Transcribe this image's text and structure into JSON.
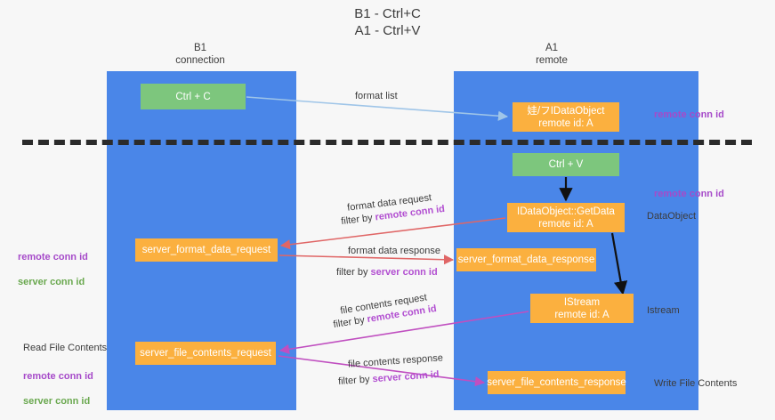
{
  "title": "B1 - Ctrl+C\nA1 - Ctrl+V",
  "lanes": [
    {
      "id": "b1",
      "title": "B1\nconnection",
      "color": "#4a86e8"
    },
    {
      "id": "a1",
      "title": "A1\nremote",
      "color": "#4a86e8"
    }
  ],
  "nodes": {
    "ctrl_c": "Ctrl + C",
    "idataobject": "娃/フIDataObject\nremote id: A",
    "ctrl_v": "Ctrl + V",
    "getdata": "IDataObject::GetData\nremote id: A",
    "server_format_data_request": "server_format_data_request",
    "server_format_data_response": "server_format_data_response",
    "istream": "IStream\nremote id: A",
    "server_file_contents_request": "server_file_contents_request",
    "server_file_contents_response": "server_file_contents_response"
  },
  "edge_labels": {
    "format_list": "format list",
    "format_data_request": "format data request",
    "format_data_request_filter_prefix": "filter by ",
    "format_data_request_filter_key": "remote conn id",
    "format_data_response": "format data response",
    "format_data_response_filter_prefix": "filter by ",
    "format_data_response_filter_key": "server conn id",
    "file_contents_request": "file contents request",
    "file_contents_request_filter_prefix": "filter by ",
    "file_contents_request_filter_key": "remote conn id",
    "file_contents_response": "file contents response",
    "file_contents_response_filter_prefix": "filter by ",
    "file_contents_response_filter_key": "server conn id"
  },
  "annotations": {
    "right_remote_conn_id_1": "remote conn id",
    "right_remote_conn_id_2": "remote conn id",
    "right_dataobject": "DataObject",
    "right_istream": "Istream",
    "right_write_file_contents": "Write File Contents",
    "left_remote_conn_id": "remote conn id",
    "left_server_conn_id": "server conn id",
    "left_read_file_contents": "Read File Contents",
    "left_remote_conn_id_2": "remote conn id",
    "left_server_conn_id_2": "server conn id"
  },
  "colors": {
    "lane": "#4a86e8",
    "green_node": "#7dc67d",
    "orange_node": "#fbb03f",
    "purple_text": "#b24fd1",
    "green_text": "#6aa84f",
    "red_arrow": "#e06666",
    "magenta_arrow": "#c04fc0",
    "blue_arrow": "#9fc5e8",
    "black_arrow": "#000000",
    "background": "#f7f7f7"
  }
}
